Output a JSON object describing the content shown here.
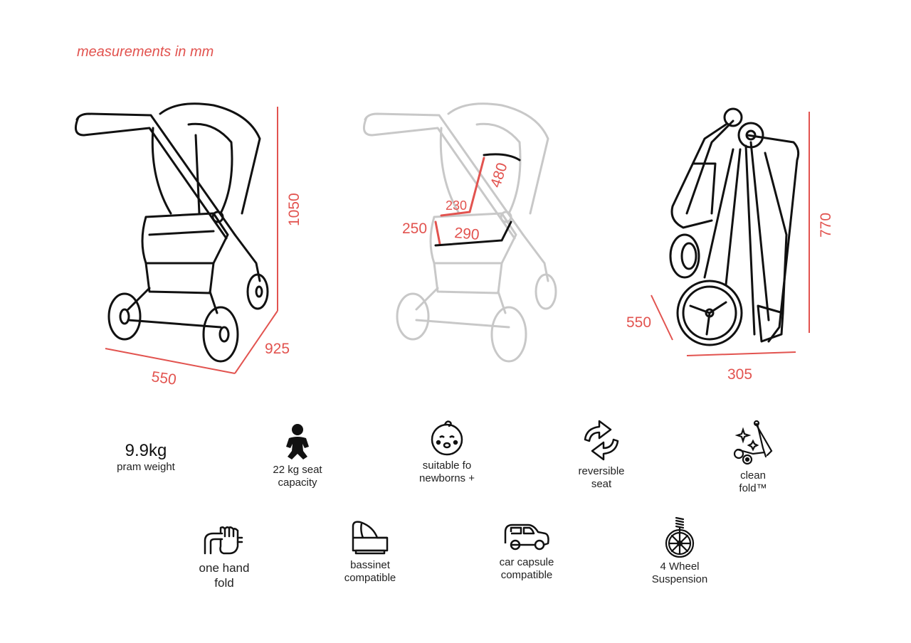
{
  "note": "measurements in mm",
  "dimensions": {
    "height_full": "1050",
    "depth_full": "925",
    "width_full": "550",
    "seat_back": "480",
    "seat_depth": "230",
    "seat_width": "290",
    "seat_side": "250",
    "folded_height": "770",
    "folded_depth": "550",
    "folded_width": "305"
  },
  "features_row1": [
    {
      "value": "9.9kg",
      "label": "pram weight"
    },
    {
      "icon": "baby-icon",
      "label": "22 kg seat\ncapacity"
    },
    {
      "icon": "baby-face-icon",
      "label": "suitable fo\nnewborns +"
    },
    {
      "icon": "reverse-arrows-icon",
      "label": "reversible\nseat"
    },
    {
      "icon": "folded-pram-icon",
      "label": "clean\nfold™"
    }
  ],
  "features_row2": [
    {
      "icon": "hand-fold-icon",
      "label": "one hand\nfold"
    },
    {
      "icon": "bassinet-icon",
      "label": "bassinet\ncompatible"
    },
    {
      "icon": "car-icon",
      "label": "car capsule\ncompatible"
    },
    {
      "icon": "wheel-suspension-icon",
      "label": "4 Wheel\nSuspension"
    }
  ],
  "colors": {
    "accent": "#e2534f",
    "line": "#111111",
    "faded": "#c8c8c8"
  }
}
